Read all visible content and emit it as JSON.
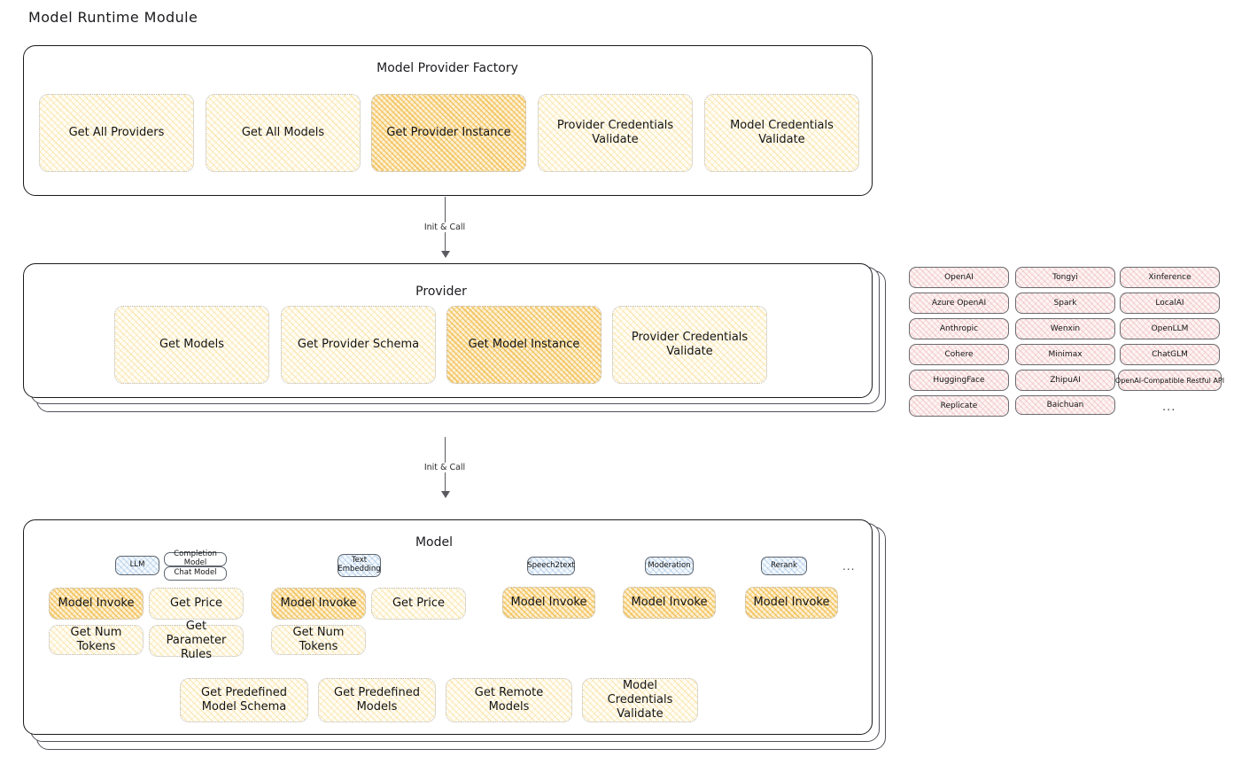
{
  "page": {
    "title": "Model Runtime Module"
  },
  "sections": {
    "factory": {
      "title": "Model Provider Factory"
    },
    "provider": {
      "title": "Provider"
    },
    "model": {
      "title": "Model"
    }
  },
  "factory_nodes": [
    {
      "label": "Get All Providers",
      "highlight": false
    },
    {
      "label": "Get All Models",
      "highlight": false
    },
    {
      "label": "Get Provider Instance",
      "highlight": true
    },
    {
      "label": "Provider Credentials Validate",
      "highlight": false
    },
    {
      "label": "Model Credentials Validate",
      "highlight": false
    }
  ],
  "provider_nodes": [
    {
      "label": "Get Models",
      "highlight": false
    },
    {
      "label": "Get Provider Schema",
      "highlight": false
    },
    {
      "label": "Get Model Instance",
      "highlight": true
    },
    {
      "label": "Provider Credentials Validate",
      "highlight": false
    }
  ],
  "arrows": [
    {
      "label": "Init & Call"
    },
    {
      "label": "Init & Call"
    }
  ],
  "provider_list": {
    "column1": [
      "OpenAI",
      "Azure OpenAI",
      "Anthropic",
      "Cohere",
      "HuggingFace",
      "Replicate"
    ],
    "column2": [
      "Tongyi",
      "Spark",
      "Wenxin",
      "Minimax",
      "ZhipuAI",
      "Baichuan"
    ],
    "column3": [
      "Xinference",
      "LocalAI",
      "OpenLLM",
      "ChatGLM",
      "OpenAI-Compatible Restful API"
    ],
    "more": "..."
  },
  "model_kinds": [
    {
      "badge": "LLM",
      "sub": [
        "Completion Model",
        "Chat Model"
      ]
    },
    {
      "badge": "Text Embedding",
      "sub": []
    },
    {
      "badge": "Speech2text",
      "sub": []
    },
    {
      "badge": "Moderation",
      "sub": []
    },
    {
      "badge": "Rerank",
      "sub": []
    }
  ],
  "model_more": "...",
  "model_ops": {
    "llm": [
      {
        "label": "Model Invoke",
        "highlight": true
      },
      {
        "label": "Get Price",
        "highlight": false
      },
      {
        "label": "Get Num Tokens",
        "highlight": false
      },
      {
        "label": "Get Parameter Rules",
        "highlight": false
      }
    ],
    "text_embedding": [
      {
        "label": "Model Invoke",
        "highlight": true
      },
      {
        "label": "Get Price",
        "highlight": false
      },
      {
        "label": "Get Num Tokens",
        "highlight": false
      }
    ],
    "speech2text": [
      {
        "label": "Model Invoke",
        "highlight": true
      }
    ],
    "moderation": [
      {
        "label": "Model Invoke",
        "highlight": true
      }
    ],
    "rerank": [
      {
        "label": "Model Invoke",
        "highlight": true
      }
    ]
  },
  "model_common": [
    {
      "label": "Get Predefined Model Schema"
    },
    {
      "label": "Get Predefined Models"
    },
    {
      "label": "Get Remote Models"
    },
    {
      "label": "Model Credentials Validate"
    }
  ],
  "colors": {
    "highlight_fill": "#f5d9a0",
    "light_fill": "#fdf4dc",
    "provider_fill": "#fbeaea",
    "badge_fill": "#e8f2fb",
    "stroke": "#1b1b1f"
  }
}
